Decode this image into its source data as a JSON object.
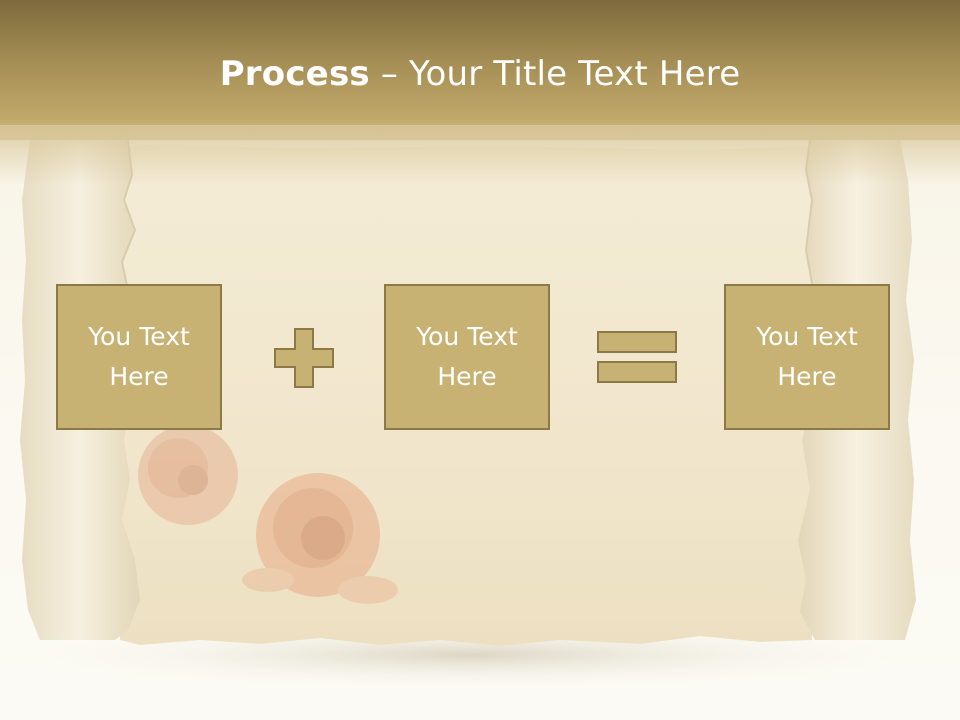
{
  "slide": {
    "title_bold": "Process",
    "title_rest": " – Your Title Text Here",
    "boxes": [
      {
        "text": "You Text\nHere"
      },
      {
        "text": "You Text\nHere"
      },
      {
        "text": "You Text\nHere"
      }
    ],
    "operators": [
      "plus-icon",
      "equals-icon"
    ]
  },
  "colors": {
    "header": "#a18b52",
    "box_fill": "#c7b273",
    "box_border": "#8b7a48",
    "parchment": "#f3ead3",
    "title_text": "#ffffff"
  }
}
